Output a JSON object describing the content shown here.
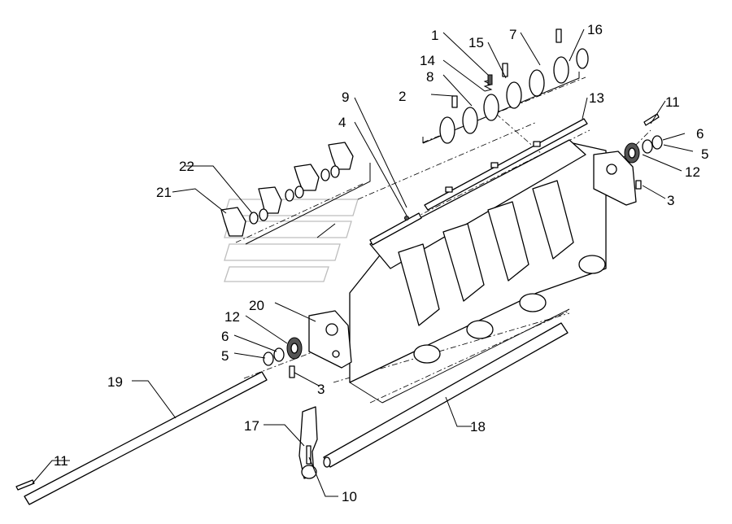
{
  "diagram": {
    "labels": {
      "n1": "1",
      "n2": "2",
      "n3a": "3",
      "n3b": "3",
      "n4": "4",
      "n5a": "5",
      "n5b": "5",
      "n6a": "6",
      "n6b": "6",
      "n7": "7",
      "n8": "8",
      "n9": "9",
      "n10": "10",
      "n11a": "11",
      "n11b": "11",
      "n12a": "12",
      "n12b": "12",
      "n13": "13",
      "n14": "14",
      "n15": "15",
      "n16": "16",
      "n17": "17",
      "n18": "18",
      "n19": "19",
      "n20": "20",
      "n21": "21",
      "n22": "22"
    }
  }
}
